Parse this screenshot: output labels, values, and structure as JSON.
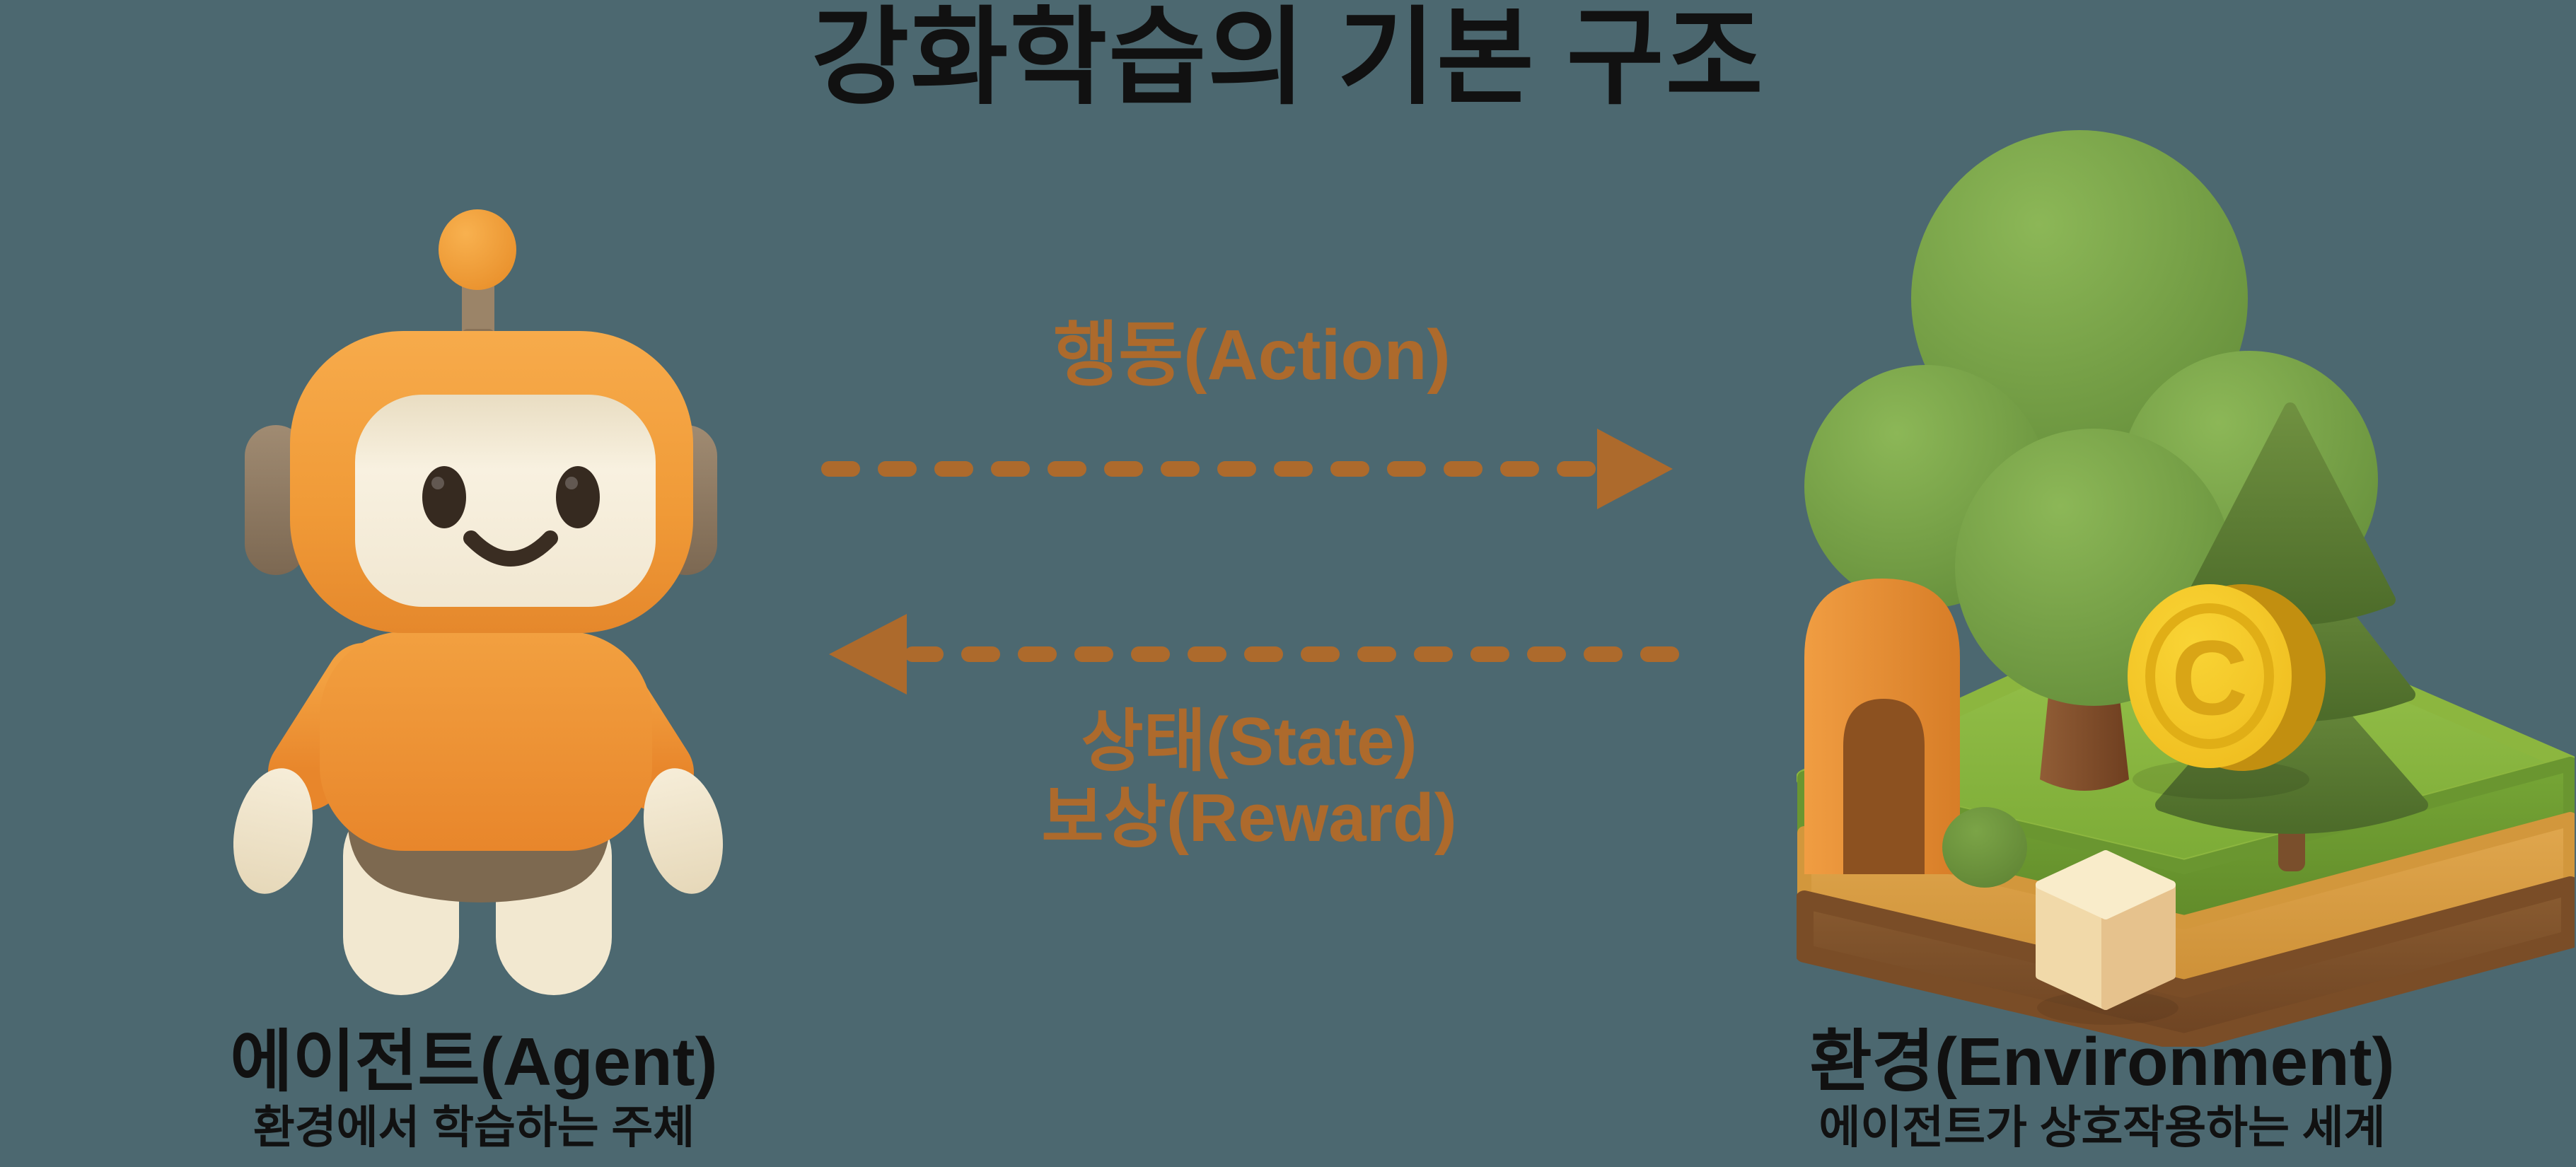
{
  "title": "강화학습의 기본 구조",
  "agent": {
    "name": "에이전트(Agent)",
    "description": "환경에서 학습하는 주체",
    "illustration": "orange-robot-character"
  },
  "environment": {
    "name": "환경(Environment)",
    "description": "에이전트가 상호작용하는 세계",
    "illustration": "isometric-nature-diorama",
    "coin_letter": "C"
  },
  "flows": {
    "action": {
      "label": "행동(Action)",
      "from": "agent",
      "to": "environment"
    },
    "feedback": {
      "labels": [
        "상태(State)",
        "보상(Reward)"
      ],
      "from": "environment",
      "to": "agent"
    }
  },
  "colors": {
    "background": "#4c6870",
    "accent_brown": "#ad6a2c",
    "title_text": "#111111",
    "robot_orange": "#f29c3c",
    "robot_cream": "#f3e9d1",
    "grass_green": "#84b13e",
    "soil_tan": "#d89b44",
    "soil_brown": "#7d5229",
    "coin_yellow": "#f5c826"
  }
}
